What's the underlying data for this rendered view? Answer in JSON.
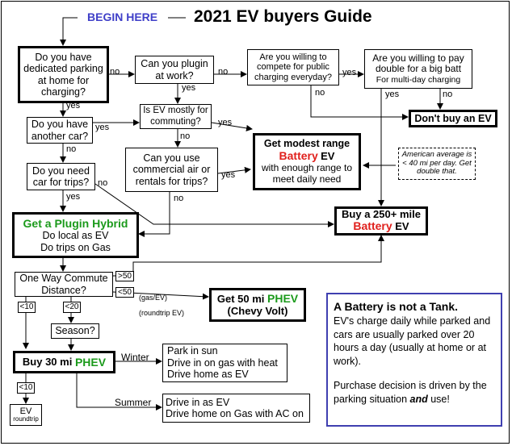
{
  "title": "2021 EV buyers Guide",
  "begin": "BEGIN HERE",
  "nodes": {
    "dedicated_parking": "Do you have dedicated parking at home for charging?",
    "plugin_work": "Can you plugin at work?",
    "compete_public": "Are you willing to compete for public charging everyday?",
    "pay_double": "Are you willing to pay double for a big batt",
    "pay_double_sub": "For multi-day charging",
    "dont_buy": "Don't buy an EV",
    "another_car": "Do you have another car?",
    "mostly_commuting": "Is EV mostly for commuting?",
    "modest_range_1": "Get modest range",
    "modest_range_battery": "Battery",
    "modest_range_ev": "EV",
    "modest_range_2": "with enough range to meet daily need",
    "american_avg": "American average is < 40 mi per day. Get double that.",
    "need_car_trips": "Do you need car for trips?",
    "commercial_air": "Can you use commercial air or rentals for trips?",
    "buy_250_1": "Buy a 250+ mile",
    "buy_250_battery": "Battery",
    "buy_250_ev": "EV",
    "plugin_hybrid_title": "Get a Plugin Hybrid",
    "plugin_hybrid_1": "Do local as EV",
    "plugin_hybrid_2": "Do trips on Gas",
    "one_way": "One Way Commute Distance?",
    "get_50_1": "Get 50 mi",
    "get_50_phev": "PHEV",
    "get_50_2": "(Chevy Volt)",
    "season": "Season?",
    "buy_30_1": "Buy 30 mi",
    "buy_30_phev": "PHEV",
    "winter_1": "Park in sun",
    "winter_2": "Drive in on gas with heat",
    "winter_3": "Drive home as EV",
    "summer_1": "Drive in as EV",
    "summer_2": "Drive home on Gas  with AC on",
    "ev_roundtrip_1": "EV",
    "ev_roundtrip_2": "roundtrip"
  },
  "labels": {
    "yes": "yes",
    "no": "no",
    "gt50": ">50",
    "lt50": "<50",
    "lt10": "<10",
    "lt20": "<20",
    "gas_ev": "(gas/EV)",
    "roundtrip_ev": "(roundtrip EV)",
    "winter": "Winter",
    "summer": "Summer"
  },
  "note": {
    "title": "A Battery is not a Tank.",
    "p1": "EV's charge daily while parked and cars are usually parked over 20 hours a day (usually at home or at work).",
    "p2_a": "Purchase decision is driven by the parking situation ",
    "p2_and": "and",
    "p2_b": " use!"
  },
  "colors": {
    "accent_red": "#e0201c",
    "accent_green": "#1b9a1b",
    "begin_blue": "#3f3fc8",
    "note_border": "#3f3fb0"
  }
}
